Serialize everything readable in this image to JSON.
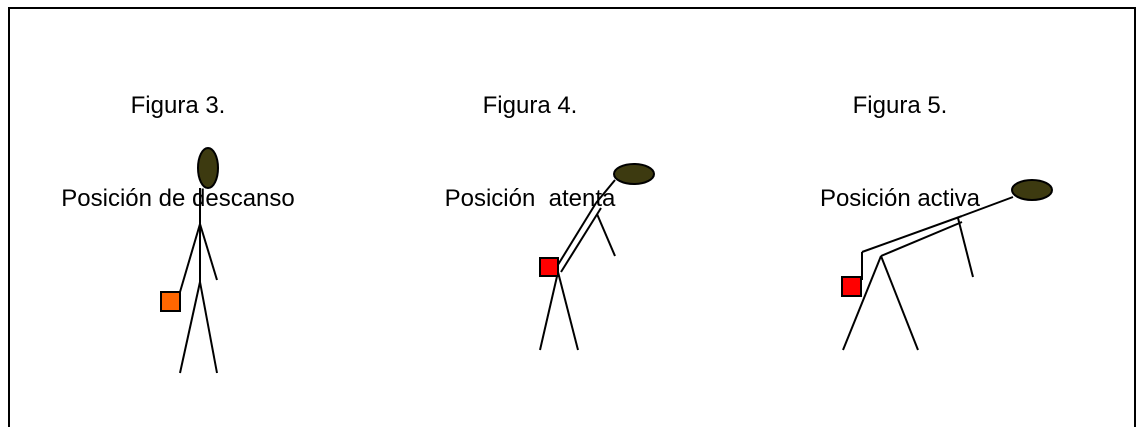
{
  "figures": [
    {
      "number": "Figura 3.",
      "title": "Posición de descanso"
    },
    {
      "number": "Figura 4.",
      "title": "Posición  atenta"
    },
    {
      "number": "Figura 5.",
      "title": "Posición activa"
    }
  ],
  "colors": {
    "head": "#3d3a10",
    "box_rest": "#ff6600",
    "box_active": "#ff0000",
    "line": "#000000"
  }
}
